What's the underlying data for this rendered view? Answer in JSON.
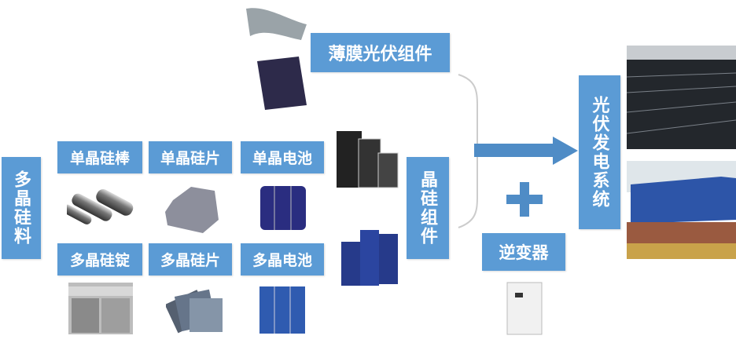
{
  "labels": {
    "polysilicon": "多晶硅料",
    "mono_rod": "单晶硅棒",
    "mono_wafer": "单晶硅片",
    "mono_cell": "单晶电池",
    "multi_ingot": "多晶硅锭",
    "multi_wafer": "多晶硅片",
    "multi_cell": "多晶电池",
    "thin_film_module": "薄膜光伏组件",
    "crystalline_module": "晶硅组件",
    "inverter": "逆变器",
    "pv_system": "光伏发电系统"
  },
  "colors": {
    "box": "#5b9bd5",
    "arrow": "#4f8cc6"
  }
}
